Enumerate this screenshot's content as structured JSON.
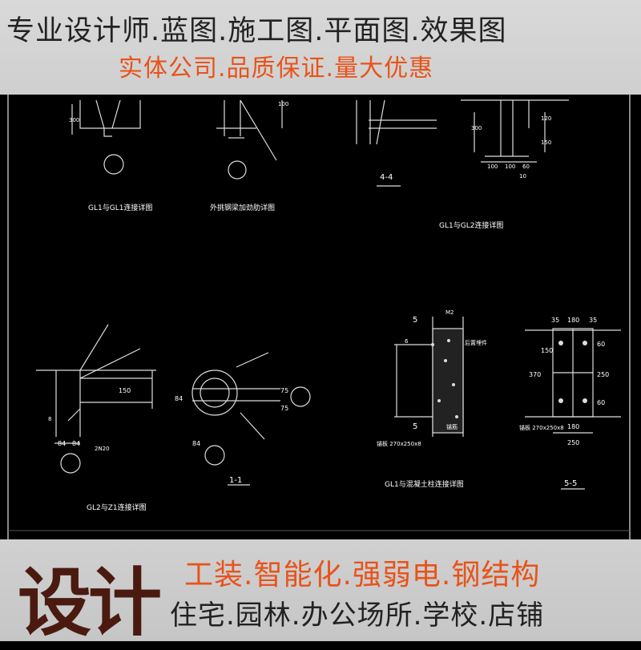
{
  "banner_top": {
    "headline": "专业设计师.蓝图.施工图.平面图.效果图",
    "subline": "实体公司.品质保证.量大优惠"
  },
  "drawing": {
    "captions": {
      "gl1_gl1": "GL1与GL1连接详图",
      "outrigger": "外挑钢梁加劲肋详图",
      "section_44": "4-4",
      "gl1_gl2": "GL1与GL2连接详图",
      "gl2_gz1": "GL2与Z1连接详图",
      "section_11": "1-1",
      "gl1_column": "GL1与混凝土柱连接详图",
      "section_55": "5-5"
    },
    "dims": {
      "d300a": "300",
      "d100": "100",
      "d300b": "300",
      "d150": "150",
      "d120": "120",
      "d100b": "100",
      "d100c": "100",
      "d60": "60",
      "d10": "10",
      "d150b": "150",
      "d84a": "84",
      "d84b": "84",
      "d84c": "84",
      "d84d": "84",
      "d75a": "75",
      "d75b": "75",
      "d2n20": "2N20",
      "d8": "8",
      "d6": "6",
      "d180a": "180",
      "d35a": "35",
      "d35b": "35",
      "d370": "370",
      "d250a": "250",
      "d60b": "60",
      "d60c": "60",
      "d150c": "150",
      "d180b": "180",
      "d250b": "250",
      "dm2": "M2",
      "d5a": "5",
      "d5b": "5",
      "anchor": "锚筋",
      "plate": "锚板 270x250x8",
      "plate2": "锚板 270x250x8",
      "post_embed": "后置埋件"
    }
  },
  "banner_bottom": {
    "big_word": "设计",
    "services": "工装.智能化.强弱电.钢结构",
    "places": "住宅.园林.办公场所.学校.店铺"
  },
  "colors": {
    "accent": "#e8531a",
    "background": "#000000",
    "banner": "#d2d2d2"
  }
}
